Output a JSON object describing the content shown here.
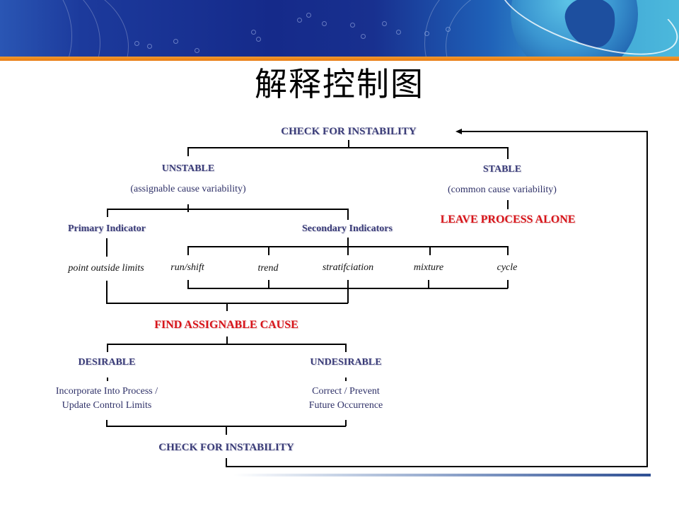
{
  "slide": {
    "title": "解释控制图",
    "colors": {
      "banner_blue": "#152a8a",
      "banner_light": "#4cb9dc",
      "accent_orange": "#e87b12",
      "node_navy": "#3a3c78",
      "node_red": "#d8141a",
      "footer_blue": "#2f4f93"
    }
  },
  "diagram": {
    "top": "CHECK FOR INSTABILITY",
    "unstable": {
      "label": "UNSTABLE",
      "sub": "(assignable cause variability)"
    },
    "stable": {
      "label": "STABLE",
      "sub": "(common cause variability)",
      "action": "LEAVE PROCESS ALONE"
    },
    "primary": {
      "label": "Primary Indicator",
      "item": "point outside limits"
    },
    "secondary": {
      "label": "Secondary Indicators",
      "items": [
        "run/shift",
        "trend",
        "stratifciation",
        "mixture",
        "cycle"
      ]
    },
    "find_cause": "FIND ASSIGNABLE CAUSE",
    "desirable": {
      "label": "DESIRABLE",
      "line1": "Incorporate Into Process /",
      "line2": "Update Control Limits"
    },
    "undesirable": {
      "label": "UNDESIRABLE",
      "line1": "Correct / Prevent",
      "line2": "Future Occurrence"
    },
    "bottom": "CHECK FOR INSTABILITY",
    "loop_arrow": "arrow-left-icon"
  }
}
